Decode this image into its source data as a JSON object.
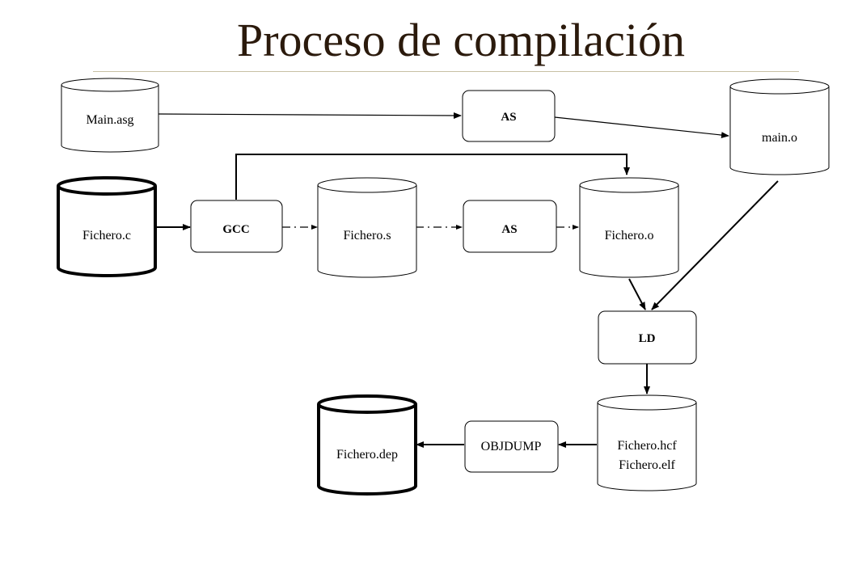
{
  "title": "Proceso de compilación",
  "colors": {
    "title": "#2b1a0c",
    "title_rule": "#c8c0a4",
    "stroke": "#000000",
    "fill": "#ffffff"
  },
  "files": {
    "main_asg": "Main.asg",
    "main_o": "main.o",
    "fichero_c": "Fichero.c",
    "fichero_s": "Fichero.s",
    "fichero_o": "Fichero.o",
    "fichero_hcf": "Fichero.hcf",
    "fichero_elf": "Fichero.elf",
    "fichero_dep": "Fichero.dep"
  },
  "tools": {
    "as_top": "AS",
    "gcc": "GCC",
    "as_mid": "AS",
    "ld": "LD",
    "objdump": "OBJDUMP"
  }
}
